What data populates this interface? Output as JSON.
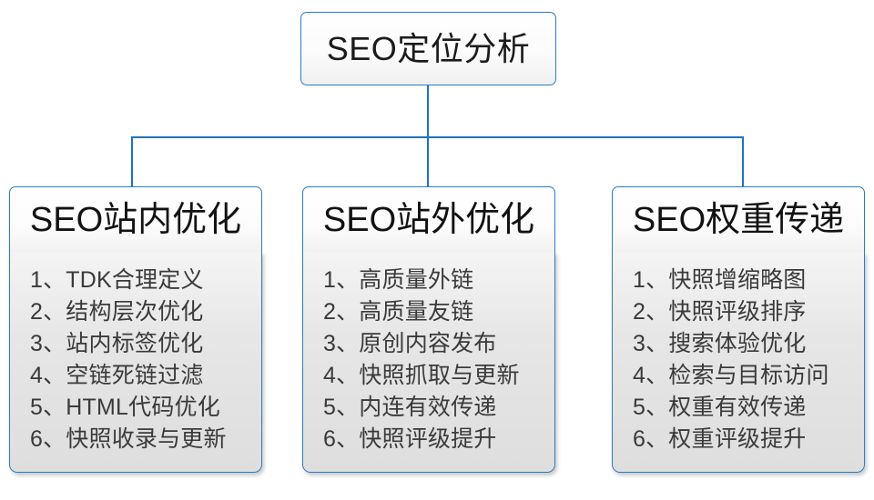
{
  "diagram": {
    "type": "hierarchy-tree",
    "accent_color": "#2a7cc7",
    "root": {
      "title": "SEO定位分析"
    },
    "branches": [
      {
        "title": "SEO站内优化",
        "items": [
          "1、TDK合理定义",
          "2、结构层次优化",
          "3、站内标签优化",
          "4、空链死链过滤",
          "5、HTML代码优化",
          "6、快照收录与更新"
        ]
      },
      {
        "title": "SEO站外优化",
        "items": [
          "1、高质量外链",
          "2、高质量友链",
          "3、原创内容发布",
          "4、快照抓取与更新",
          "5、内连有效传递",
          "6、快照评级提升"
        ]
      },
      {
        "title": "SEO权重传递",
        "items": [
          "1、快照增缩略图",
          "2、快照评级排序",
          "3、搜索体验优化",
          "4、检索与目标访问",
          "5、权重有效传递",
          "6、权重评级提升"
        ]
      }
    ]
  }
}
